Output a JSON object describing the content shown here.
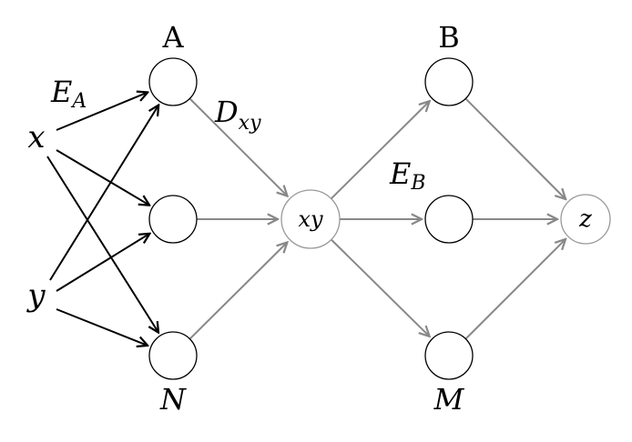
{
  "diagram": {
    "colors": {
      "black_edge": "#000000",
      "gray_edge": "#888888",
      "node_stroke": "#000000",
      "gray_node_stroke": "#999999"
    },
    "nodes": [
      {
        "id": "A",
        "label": "A",
        "label_style": "upright",
        "label_pos": "above",
        "stroke": "black"
      },
      {
        "id": "mid1",
        "label": "",
        "stroke": "black"
      },
      {
        "id": "N",
        "label": "N",
        "label_style": "italic",
        "label_pos": "below",
        "stroke": "black"
      },
      {
        "id": "xy",
        "label": "xy",
        "label_style": "italic",
        "label_pos": "inside",
        "stroke": "gray"
      },
      {
        "id": "B",
        "label": "B",
        "label_style": "upright",
        "label_pos": "above",
        "stroke": "black"
      },
      {
        "id": "mid2",
        "label": "",
        "stroke": "black"
      },
      {
        "id": "M",
        "label": "M",
        "label_style": "italic",
        "label_pos": "below",
        "stroke": "black"
      },
      {
        "id": "z",
        "label": "z",
        "label_style": "italic",
        "label_pos": "inside",
        "stroke": "gray"
      }
    ],
    "inputs": [
      {
        "id": "x",
        "label": "x"
      },
      {
        "id": "y",
        "label": "y"
      }
    ],
    "edges": [
      {
        "from": "x",
        "to": "A",
        "color": "black"
      },
      {
        "from": "x",
        "to": "mid1",
        "color": "black"
      },
      {
        "from": "x",
        "to": "N",
        "color": "black"
      },
      {
        "from": "y",
        "to": "A",
        "color": "black"
      },
      {
        "from": "y",
        "to": "mid1",
        "color": "black"
      },
      {
        "from": "y",
        "to": "N",
        "color": "black"
      },
      {
        "from": "A",
        "to": "xy",
        "color": "gray"
      },
      {
        "from": "mid1",
        "to": "xy",
        "color": "gray"
      },
      {
        "from": "N",
        "to": "xy",
        "color": "gray"
      },
      {
        "from": "xy",
        "to": "B",
        "color": "gray"
      },
      {
        "from": "xy",
        "to": "mid2",
        "color": "gray"
      },
      {
        "from": "xy",
        "to": "M",
        "color": "gray"
      },
      {
        "from": "B",
        "to": "z",
        "color": "gray"
      },
      {
        "from": "mid2",
        "to": "z",
        "color": "gray"
      },
      {
        "from": "M",
        "to": "z",
        "color": "gray"
      }
    ],
    "annotations": {
      "EA": {
        "main": "E",
        "sub": "A"
      },
      "Dxy": {
        "main": "D",
        "sub": "xy"
      },
      "EB": {
        "main": "E",
        "sub": "B"
      }
    }
  }
}
